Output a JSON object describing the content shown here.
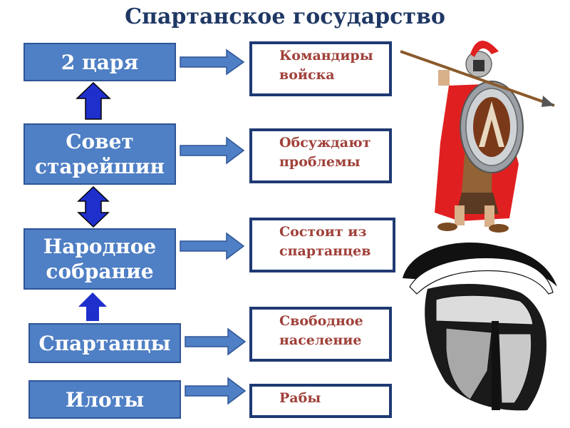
{
  "title": "Спартанское государство",
  "levels": [
    {
      "label": "2 царя",
      "description": "Командиры войска"
    },
    {
      "label": "Совет старейшин",
      "description": "Обсуждают проблемы"
    },
    {
      "label": "Народное собрание",
      "description": "Состоит из спартанцев"
    },
    {
      "label": "Спартанцы",
      "description": "Свободное население"
    },
    {
      "label": "Илоты",
      "description": "Рабы"
    }
  ],
  "colors": {
    "title": "#1f3864",
    "box_fill": "#4f7fc4",
    "box_border": "#2f5597",
    "description_text": "#a0413a",
    "description_border": "#1f3a73",
    "arrow_blue": "#1f2fcc"
  }
}
